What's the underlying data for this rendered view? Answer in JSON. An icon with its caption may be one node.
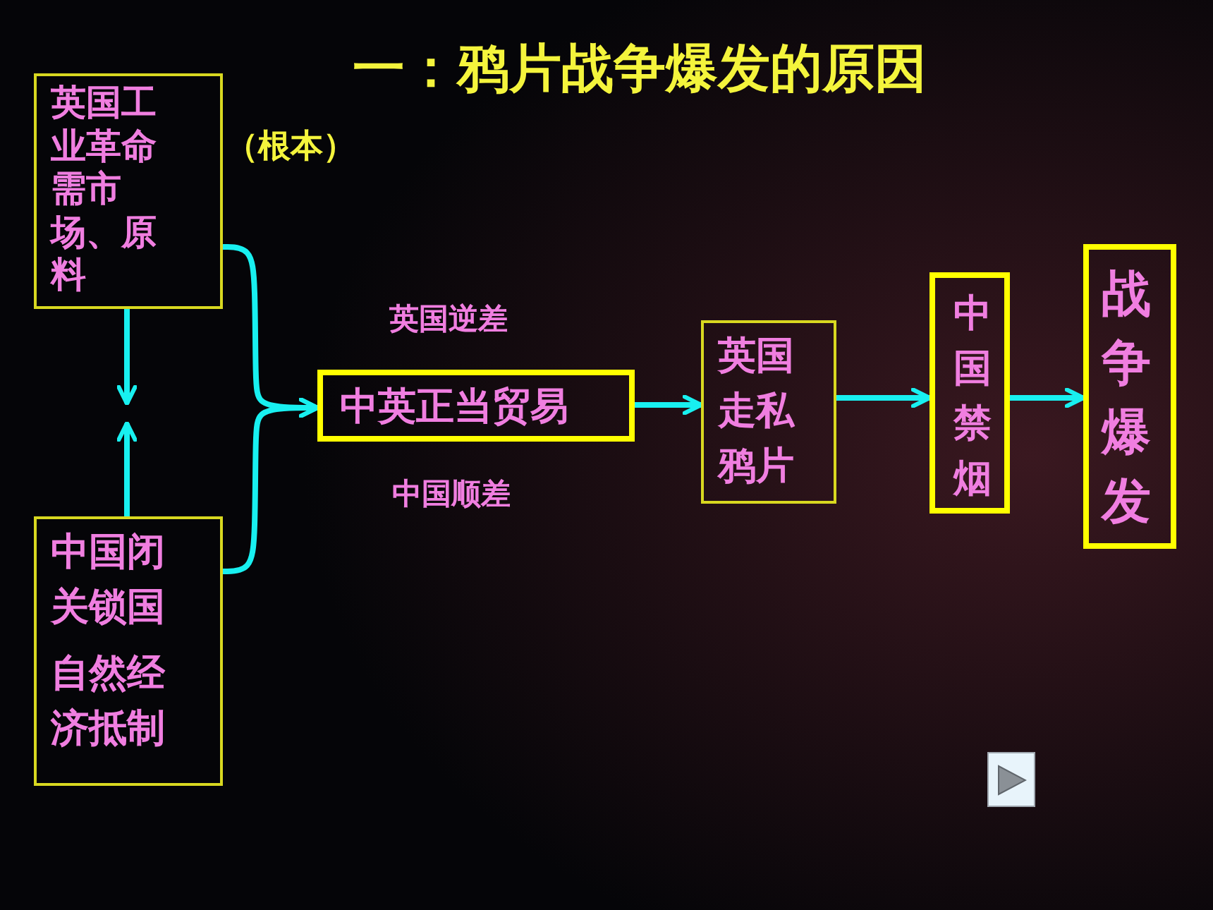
{
  "diagram": {
    "title": "一：鸦片战争爆发的原因",
    "nodes": [
      {
        "text": [
          "英国工业革命需市场、原料"
        ],
        "beside": [
          "（根本）"
        ]
      },
      {
        "text": [
          "中国闭关锁国",
          "自然经济抵制"
        ]
      },
      {
        "text": [
          "中英正当贸易"
        ]
      },
      {
        "text": [
          "英国走私鸦片"
        ]
      },
      {
        "text": [
          "中国禁烟"
        ]
      },
      {
        "text": [
          "战争爆发"
        ]
      }
    ],
    "edges": [
      {
        "from": 0,
        "to": null,
        "arrow": "to"
      },
      {
        "from": 1,
        "to": null,
        "arrow": "to"
      },
      {
        "from": 0,
        "to": 2,
        "arrow": "to"
      },
      {
        "from": 1,
        "to": 2,
        "arrow": "to"
      },
      {
        "from": 2,
        "to": 3,
        "arrow": "to"
      },
      {
        "from": 3,
        "to": 4,
        "arrow": "to"
      },
      {
        "from": 4,
        "to": 5,
        "arrow": "to"
      }
    ],
    "labels": [
      "英国逆差",
      "中国顺差"
    ]
  }
}
